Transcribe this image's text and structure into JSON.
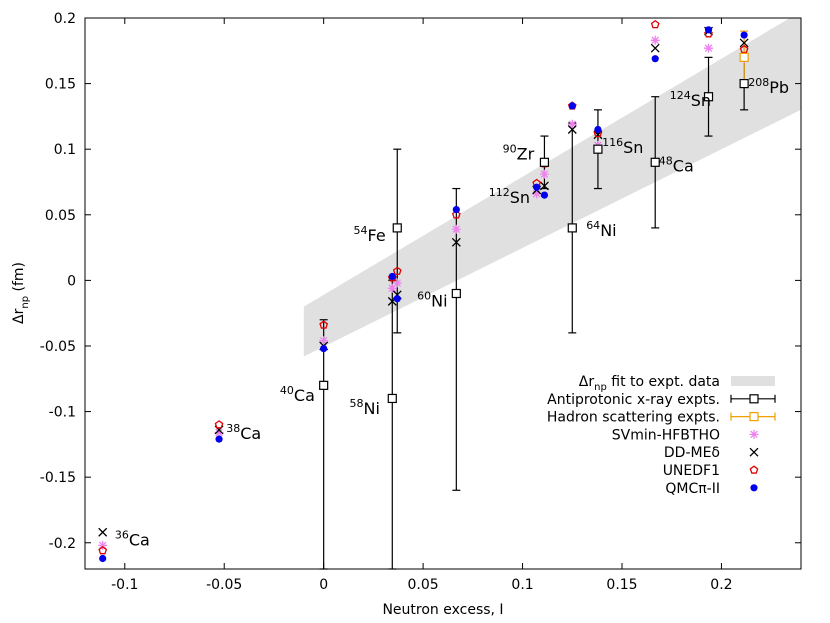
{
  "chart_data": {
    "type": "scatter",
    "xlabel": "Neutron excess, I",
    "ylabel": "Δr",
    "ylabel_sub": "np",
    "ylabel_suffix": " (fm)",
    "xlim": [
      -0.12,
      0.24
    ],
    "ylim": [
      -0.22,
      0.2
    ],
    "grid": false,
    "legend_position": "bottom-right",
    "x_ticks": [
      {
        "value": -0.1,
        "label": "-0.1"
      },
      {
        "value": -0.05,
        "label": "-0.05"
      },
      {
        "value": 0,
        "label": "0"
      },
      {
        "value": 0.05,
        "label": "0.05"
      },
      {
        "value": 0.1,
        "label": "0.1"
      },
      {
        "value": 0.15,
        "label": "0.15"
      },
      {
        "value": 0.2,
        "label": "0.2"
      }
    ],
    "y_ticks": [
      {
        "value": -0.2,
        "label": "-0.2"
      },
      {
        "value": -0.15,
        "label": "-0.15"
      },
      {
        "value": -0.1,
        "label": "-0.1"
      },
      {
        "value": -0.05,
        "label": "-0.05"
      },
      {
        "value": 0,
        "label": "0"
      },
      {
        "value": 0.05,
        "label": "0.05"
      },
      {
        "value": 0.1,
        "label": "0.1"
      },
      {
        "value": 0.15,
        "label": "0.15"
      },
      {
        "value": 0.2,
        "label": "0.2"
      }
    ],
    "fit_band": {
      "name": "Δr",
      "name_sub": "np",
      "name_suffix": " fit to expt. data",
      "color": "#e0e0e0",
      "upper": [
        [
          -0.01,
          -0.02
        ],
        [
          0.24,
          0.205
        ]
      ],
      "lower": [
        [
          -0.01,
          -0.058
        ],
        [
          0.24,
          0.13
        ]
      ]
    },
    "series": [
      {
        "name": "Antiprotonic x-ray expts.",
        "marker": "open-square",
        "color": "#000000",
        "points": [
          {
            "x": 0,
            "y": -0.08,
            "ylow": -0.22,
            "yhigh": -0.03
          },
          {
            "x": 0.0345,
            "y": -0.09,
            "ylow": -0.22,
            "yhigh": 0.0
          },
          {
            "x": 0.037,
            "y": 0.04,
            "ylow": -0.04,
            "yhigh": 0.1
          },
          {
            "x": 0.0667,
            "y": -0.01,
            "ylow": -0.16,
            "yhigh": 0.07
          },
          {
            "x": 0.111,
            "y": 0.09,
            "ylow": 0.07,
            "yhigh": 0.11
          },
          {
            "x": 0.125,
            "y": 0.04,
            "ylow": -0.04,
            "yhigh": 0.12
          },
          {
            "x": 0.1379,
            "y": 0.1,
            "ylow": 0.07,
            "yhigh": 0.13
          },
          {
            "x": 0.1667,
            "y": 0.09,
            "ylow": 0.04,
            "yhigh": 0.14
          },
          {
            "x": 0.1935,
            "y": 0.14,
            "ylow": 0.11,
            "yhigh": 0.17
          },
          {
            "x": 0.2114,
            "y": 0.15,
            "ylow": 0.13,
            "yhigh": 0.17
          }
        ]
      },
      {
        "name": "Hadron scattering expts.",
        "marker": "open-square",
        "color": "#f0a000",
        "points": [
          {
            "x": 0.2114,
            "y": 0.17,
            "ylow": 0.15,
            "yhigh": 0.19
          }
        ]
      },
      {
        "name": "SVmin-HFBTHO",
        "marker": "star",
        "color": "#ee82ee",
        "points": [
          {
            "x": -0.1111,
            "y": -0.202
          },
          {
            "x": -0.0526,
            "y": -0.116
          },
          {
            "x": 0,
            "y": -0.046
          },
          {
            "x": 0.0345,
            "y": -0.006
          },
          {
            "x": 0.037,
            "y": -0.002
          },
          {
            "x": 0.0667,
            "y": 0.039
          },
          {
            "x": 0.1071,
            "y": 0.066
          },
          {
            "x": 0.111,
            "y": 0.081
          },
          {
            "x": 0.125,
            "y": 0.119
          },
          {
            "x": 0.1379,
            "y": 0.103
          },
          {
            "x": 0.1667,
            "y": 0.183
          },
          {
            "x": 0.1935,
            "y": 0.177
          },
          {
            "x": 0.2114,
            "y": 0.169
          }
        ]
      },
      {
        "name": "DD-MEδ",
        "marker": "cross",
        "color": "#000000",
        "points": [
          {
            "x": -0.1111,
            "y": -0.192
          },
          {
            "x": -0.0526,
            "y": -0.114
          },
          {
            "x": 0,
            "y": -0.05
          },
          {
            "x": 0.0345,
            "y": -0.016
          },
          {
            "x": 0.037,
            "y": -0.011
          },
          {
            "x": 0.0667,
            "y": 0.029
          },
          {
            "x": 0.1071,
            "y": 0.069
          },
          {
            "x": 0.111,
            "y": 0.072
          },
          {
            "x": 0.125,
            "y": 0.115
          },
          {
            "x": 0.1379,
            "y": 0.111
          },
          {
            "x": 0.1667,
            "y": 0.177
          },
          {
            "x": 0.1935,
            "y": 0.19
          },
          {
            "x": 0.2114,
            "y": 0.181
          }
        ]
      },
      {
        "name": "UNEDF1",
        "marker": "open-pentagon",
        "color": "#e00000",
        "points": [
          {
            "x": -0.1111,
            "y": -0.206
          },
          {
            "x": -0.0526,
            "y": -0.11
          },
          {
            "x": 0,
            "y": -0.034
          },
          {
            "x": 0.0345,
            "y": 0.002
          },
          {
            "x": 0.037,
            "y": 0.007
          },
          {
            "x": 0.0667,
            "y": 0.05
          },
          {
            "x": 0.1071,
            "y": 0.074
          },
          {
            "x": 0.111,
            "y": 0.089
          },
          {
            "x": 0.125,
            "y": 0.133
          },
          {
            "x": 0.1379,
            "y": 0.112
          },
          {
            "x": 0.1667,
            "y": 0.195
          },
          {
            "x": 0.1935,
            "y": 0.188
          },
          {
            "x": 0.2114,
            "y": 0.176
          }
        ]
      },
      {
        "name": "QMCπ-II",
        "marker": "filled-circle",
        "color": "#0000ee",
        "points": [
          {
            "x": -0.1111,
            "y": -0.212
          },
          {
            "x": -0.0526,
            "y": -0.121
          },
          {
            "x": 0,
            "y": -0.052
          },
          {
            "x": 0.0345,
            "y": 0.003
          },
          {
            "x": 0.037,
            "y": -0.014
          },
          {
            "x": 0.0667,
            "y": 0.054
          },
          {
            "x": 0.1071,
            "y": 0.071
          },
          {
            "x": 0.111,
            "y": 0.065
          },
          {
            "x": 0.125,
            "y": 0.133
          },
          {
            "x": 0.1379,
            "y": 0.115
          },
          {
            "x": 0.1667,
            "y": 0.169
          },
          {
            "x": 0.1935,
            "y": 0.191
          },
          {
            "x": 0.2114,
            "y": 0.187
          }
        ]
      }
    ],
    "annotations": [
      {
        "mass": "36",
        "symbol": "Ca",
        "x": -0.105,
        "y": -0.202
      },
      {
        "mass": "38",
        "symbol": "Ca",
        "x": -0.049,
        "y": -0.121
      },
      {
        "mass": "40",
        "symbol": "Ca",
        "x": -0.022,
        "y": -0.092
      },
      {
        "mass": "58",
        "symbol": "Ni",
        "x": 0.013,
        "y": -0.102
      },
      {
        "mass": "54",
        "symbol": "Fe",
        "x": 0.015,
        "y": 0.03
      },
      {
        "mass": "60",
        "symbol": "Ni",
        "x": 0.047,
        "y": -0.02
      },
      {
        "mass": "90",
        "symbol": "Zr",
        "x": 0.09,
        "y": 0.092
      },
      {
        "mass": "112",
        "symbol": "Sn",
        "x": 0.083,
        "y": 0.059
      },
      {
        "mass": "64",
        "symbol": "Ni",
        "x": 0.132,
        "y": 0.034
      },
      {
        "mass": "116",
        "symbol": "Sn",
        "x": 0.14,
        "y": 0.097
      },
      {
        "mass": "48",
        "symbol": "Ca",
        "x": 0.1685,
        "y": 0.083
      },
      {
        "mass": "124",
        "symbol": "Sn",
        "x": 0.174,
        "y": 0.133
      },
      {
        "mass": "208",
        "symbol": "Pb",
        "x": 0.2135,
        "y": 0.143
      }
    ]
  }
}
